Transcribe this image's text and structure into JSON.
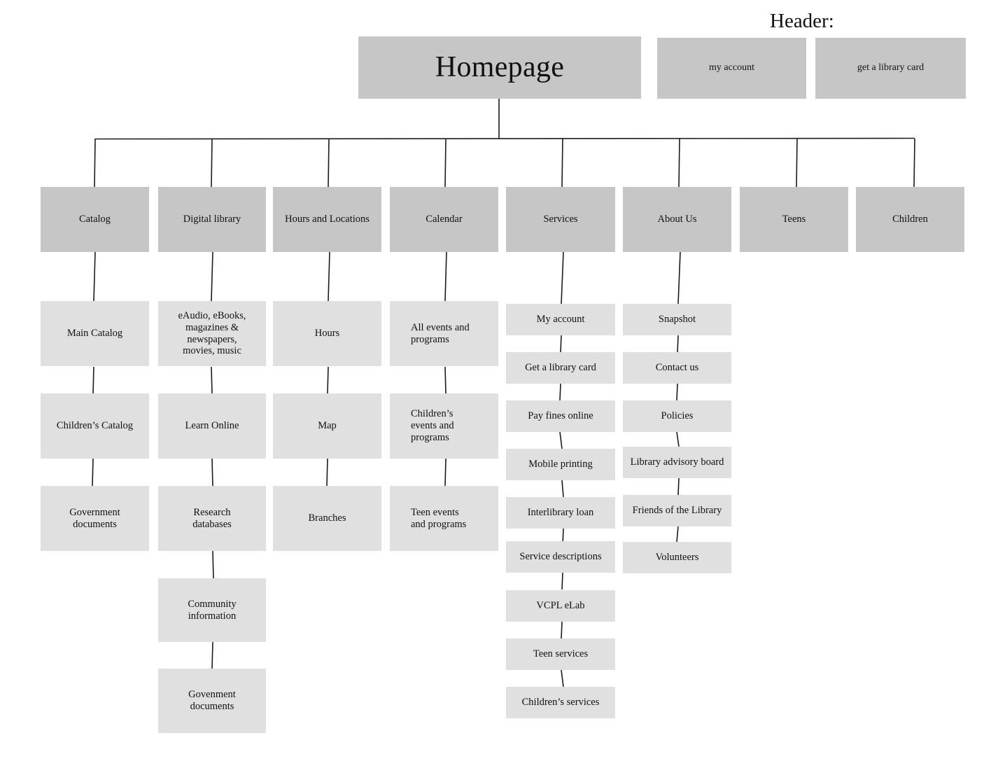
{
  "diagram": {
    "title_label": "Header:",
    "root": {
      "label": "Homepage"
    },
    "header_items": [
      {
        "label": "my account"
      },
      {
        "label": "get a library card"
      }
    ],
    "colors": {
      "level1_fill": "#c6c6c6",
      "level2_fill": "#e0e0e0",
      "line": "#1c1c1c",
      "background": "#ffffff"
    },
    "columns": [
      {
        "top": "Catalog",
        "children": [
          "Main Catalog",
          "Children’s Catalog",
          "Government\ndocuments"
        ]
      },
      {
        "top": "Digital library",
        "children": [
          "eAudio, eBooks,\nmagazines &\nnewspapers,\nmovies, music",
          "Learn Online",
          "Research\ndatabases",
          "Community\ninformation",
          "Govenment\ndocuments"
        ]
      },
      {
        "top": "Hours and Locations",
        "children": [
          "Hours",
          "Map",
          "Branches"
        ]
      },
      {
        "top": "Calendar",
        "children": [
          "All events and\nprograms",
          "Children’s\nevents and\nprograms",
          "Teen events\nand programs"
        ]
      },
      {
        "top": "Services",
        "children": [
          "My account",
          "Get a library card",
          "Pay fines online",
          "Mobile printing",
          "Interlibrary loan",
          "Service descriptions",
          "VCPL eLab",
          "Teen services",
          "Children’s services"
        ]
      },
      {
        "top": "About Us",
        "children": [
          "Snapshot",
          "Contact us",
          "Policies",
          "Library advisory board",
          "Friends of the Library",
          "Volunteers"
        ]
      },
      {
        "top": "Teens",
        "children": []
      },
      {
        "top": "Children",
        "children": []
      }
    ]
  }
}
